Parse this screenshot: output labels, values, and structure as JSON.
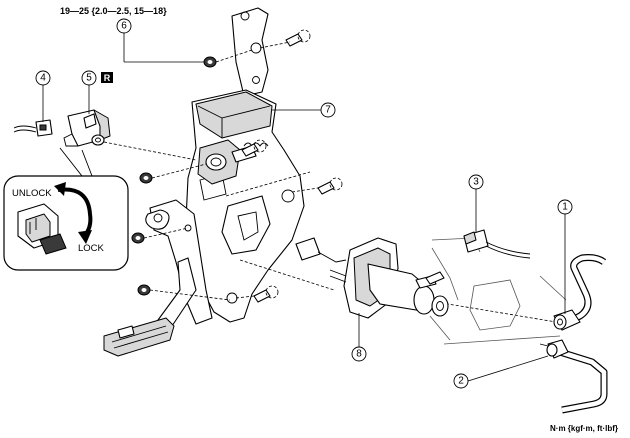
{
  "torque_spec": "19—25 {2.0—2.5, 15—18}",
  "units_note": "N·m {kgf·m, ft·lbf}",
  "r_badge": "R",
  "inset": {
    "unlock_label": "UNLOCK",
    "lock_label": "LOCK"
  },
  "callouts": [
    "1",
    "2",
    "3",
    "4",
    "5",
    "6",
    "7",
    "8"
  ]
}
